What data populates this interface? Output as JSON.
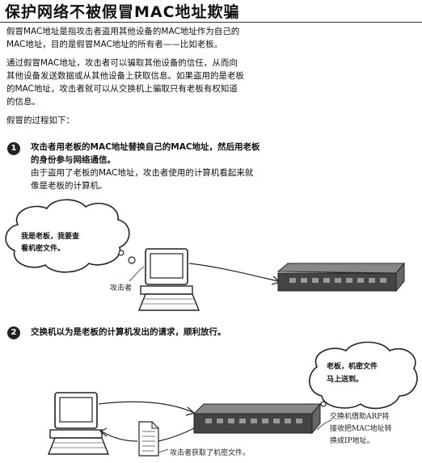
{
  "title": "保护网络不被假冒MAC地址欺骗",
  "intro": {
    "line1": "假冒MAC地址是指攻击者盗用其他设备的MAC地址作为自己的",
    "line2": "MAC地址，目的是假冒MAC地址的所有者——比如老板。"
  },
  "explain": {
    "line1": "通过假冒MAC地址，攻击者可以骗取其他设备的信任，从而向",
    "line2": "其他设备发送数据或从其他设备上获取信息。如果盗用的是老板",
    "line3": "的MAC地址，攻击者就可以从交换机上骗取只有老板有权知道",
    "line4": "的信息。"
  },
  "process_intro": "假冒的过程如下：",
  "steps": [
    {
      "number": "1",
      "title_line1": "攻击者用老板的MAC地址替换自己的MAC地址，然后用老板",
      "title_line2": "的身份参与网络通信。",
      "body_line1": "由于盗用了老板的MAC地址，攻击者使用的计算机看起来就",
      "body_line2": "像是老板的计算机。"
    },
    {
      "number": "2",
      "title_line1": "交换机以为是老板的计算机发出的请求，顺利放行。"
    }
  ],
  "figure1": {
    "bubble_line1": "我是老板，我要查",
    "bubble_line2": "看机密文件。",
    "attacker_label": "攻击者"
  },
  "figure2": {
    "bubble_line1": "老板，机密文件",
    "bubble_line2": "马上送到。",
    "switch_note_line1": "交换机借助ARP将",
    "switch_note_line2": "接收把MAC地址转",
    "switch_note_line3": "换成IP地址。",
    "file_note": "攻击者获取了机密文件。"
  }
}
